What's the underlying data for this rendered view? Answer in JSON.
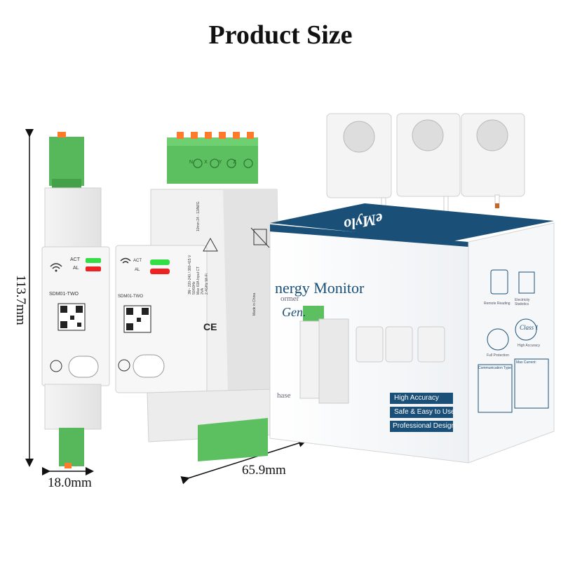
{
  "title": "Product Size",
  "dimensions": {
    "height": "113.7mm",
    "width": "18.0mm",
    "depth": "65.9mm"
  },
  "device": {
    "model_label": "SDM01-TWO",
    "led_act": "ACT",
    "led_al": "AL",
    "terminals": [
      "N",
      "X",
      "Y",
      "Z"
    ],
    "spec_lines": [
      "3N~ 220-240 / 380-415 V",
      "50/60Hz",
      "Max 63A Input CT",
      "2VA",
      "2.4GHz Wi-Fi"
    ],
    "ce_mark": "CE",
    "made_in": "Made in China",
    "wire_spec": "10mm 24 - 12AWG"
  },
  "box": {
    "brand": "eMylo",
    "product_name_partial": "nergy Monitor",
    "sub_partial": "ormer",
    "gen_partial": "Gen.",
    "phase_partial": "hase",
    "features": [
      "High Accuracy",
      "Safe & Easy to Use",
      "Professional Design"
    ],
    "icons": [
      "Remote Reading",
      "Electricity Statistics",
      "Full Protection",
      "High Accuracy"
    ],
    "class_label": "Class 1",
    "comm_title": "Communication Type:",
    "max_current_title": "Max Current:"
  },
  "colors": {
    "box_blue": "#1a4f77",
    "terminal_green": "#4caf50",
    "terminal_orange": "#ff7a2a",
    "led_green": "#33dd44",
    "led_red": "#ee2222"
  }
}
